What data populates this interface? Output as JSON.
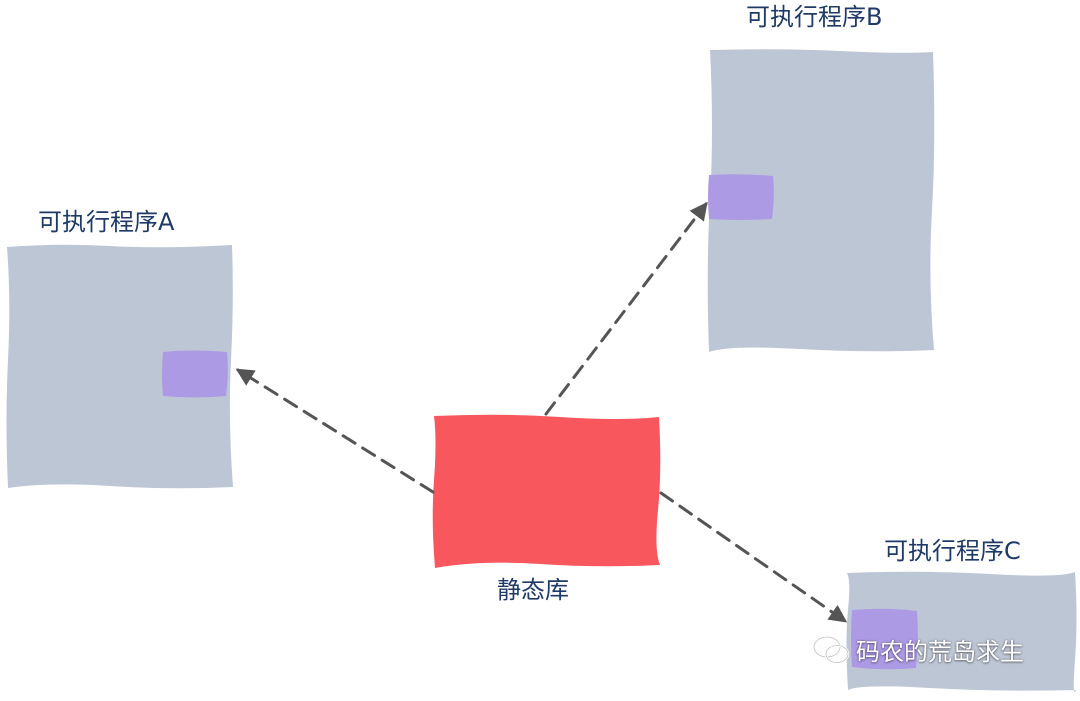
{
  "nodes": {
    "program_a": {
      "label": "可执行程序A"
    },
    "program_b": {
      "label": "可执行程序B"
    },
    "program_c": {
      "label": "可执行程序C"
    },
    "static_lib": {
      "label": "静态库"
    }
  },
  "watermark": {
    "text": "码农的荒岛求生"
  },
  "colors": {
    "program_box": "#bdc6d5",
    "embedded_block": "#ad9ae4",
    "static_lib": "#f9575e",
    "arrow": "#555555",
    "label_text": "#1f3a66"
  },
  "icons": {
    "watermark": "wechat-icon"
  }
}
